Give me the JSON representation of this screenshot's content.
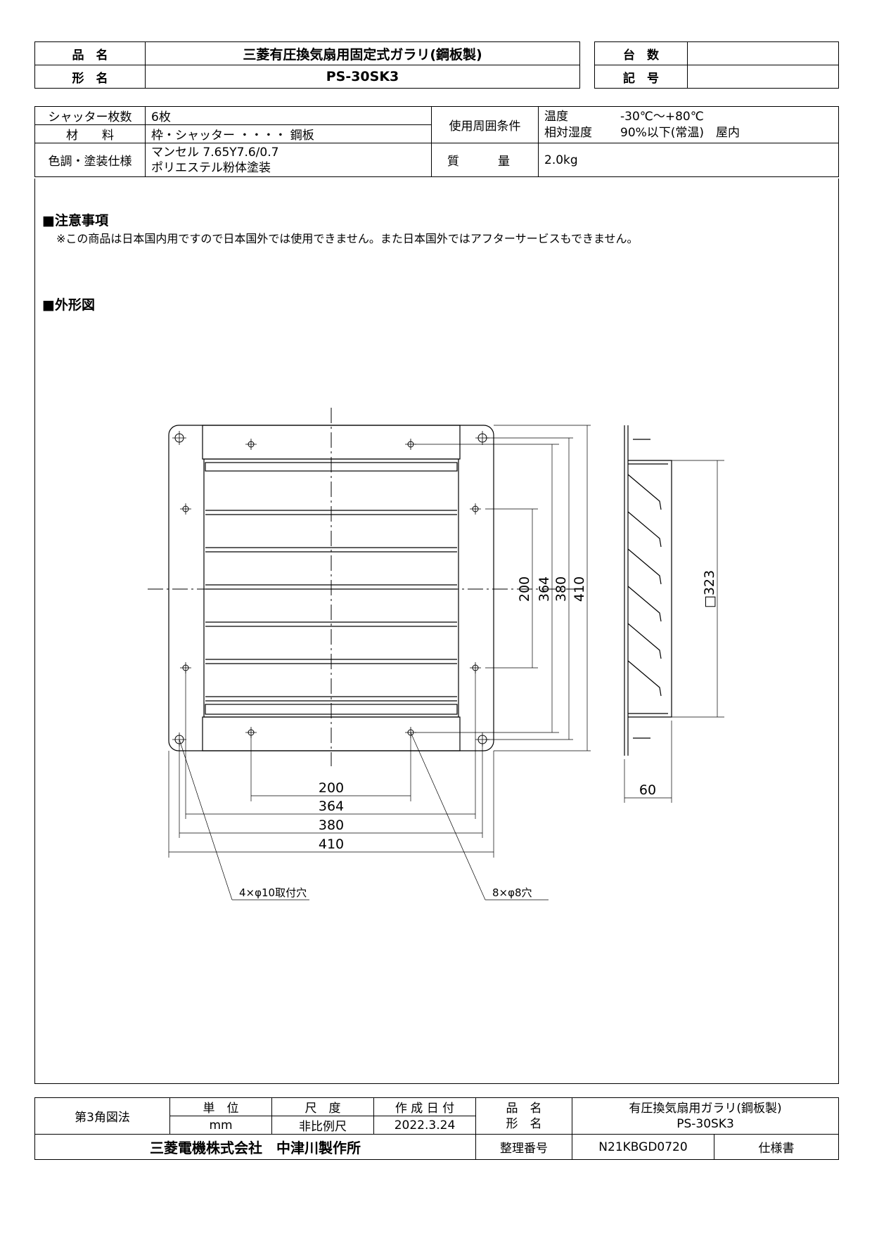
{
  "header": {
    "product_name_label": "品　名",
    "product_name_value": "三菱有圧換気扇用固定式ガラリ(鋼板製)",
    "model_label": "形　名",
    "model_value": "PS-30SK3",
    "quantity_label": "台　数",
    "quantity_value": "",
    "mark_label": "記　号",
    "mark_value": ""
  },
  "spec": {
    "shutter_count_label": "シャッター枚数",
    "shutter_count_value": "6枚",
    "material_label": "材　　料",
    "material_value": "枠・シャッター ・・・・ 鋼板",
    "env_label": "使用周囲条件",
    "temp_label": "温度",
    "temp_value": "-30℃～+80℃",
    "humidity_label": "相対湿度",
    "humidity_value": "90%以下(常温)　屋内",
    "color_label": "色調・塗装仕様",
    "color_value_1": "マンセル 7.65Y7.6/0.7",
    "color_value_2": "ポリエステル粉体塗装",
    "mass_label": "質　　　量",
    "mass_value": "2.0kg"
  },
  "notice": {
    "title": "■注意事項",
    "text": "※この商品は日本国内用ですので日本国外では使用できません。また日本国外ではアフターサービスもできません。"
  },
  "outline": {
    "title": "■外形図",
    "dim_200": "200",
    "dim_364": "364",
    "dim_380": "380",
    "dim_410": "410",
    "dim_323": "□323",
    "dim_60": "60",
    "hole_mount": "4×φ10取付穴",
    "hole_8": "8×φ8穴"
  },
  "footer": {
    "projection": "第3角図法",
    "unit_label": "単　位",
    "unit_value": "mm",
    "scale_label": "尺　度",
    "scale_value": "非比例尺",
    "date_label": "作 成 日 付",
    "date_value": "2022.3.24",
    "name_label": "品　名",
    "model_label": "形　名",
    "name_value": "有圧換気扇用ガラリ(鋼板製)",
    "model_value": "PS-30SK3",
    "company": "三菱電機株式会社　中津川製作所",
    "ref_label": "整理番号",
    "ref_value": "N21KBGD0720",
    "doc_type": "仕様書"
  }
}
